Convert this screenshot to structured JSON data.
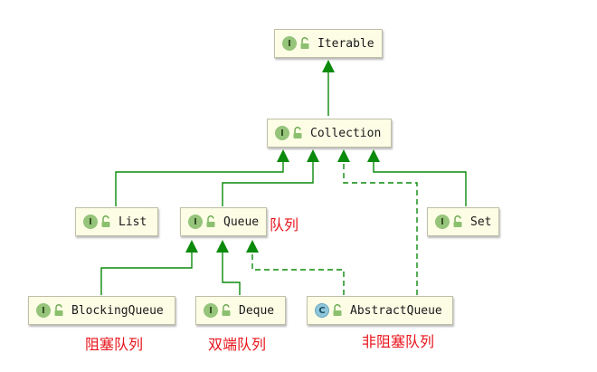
{
  "colors": {
    "arrow": "#0b8a0b",
    "interface_badge": "#95c47a",
    "class_badge": "#8fc6dc",
    "note": "#e8141b",
    "node_background": "#fdfde6"
  },
  "icons": {
    "interface": "interface-icon",
    "class": "class-icon",
    "access": "unlocked-padlock-icon"
  },
  "nodes": {
    "iterable": {
      "name": "Iterable",
      "kind_letter": "I"
    },
    "collection": {
      "name": "Collection",
      "kind_letter": "I"
    },
    "list": {
      "name": "List",
      "kind_letter": "I"
    },
    "queue": {
      "name": "Queue",
      "kind_letter": "I"
    },
    "set": {
      "name": "Set",
      "kind_letter": "I"
    },
    "blocking_queue": {
      "name": "BlockingQueue",
      "kind_letter": "I"
    },
    "deque": {
      "name": "Deque",
      "kind_letter": "I"
    },
    "abstract_queue": {
      "name": "AbstractQueue",
      "kind_letter": "C"
    }
  },
  "relations": [
    {
      "from": "collection",
      "to": "iterable",
      "type": "extends"
    },
    {
      "from": "list",
      "to": "collection",
      "type": "extends"
    },
    {
      "from": "queue",
      "to": "collection",
      "type": "extends"
    },
    {
      "from": "set",
      "to": "collection",
      "type": "extends"
    },
    {
      "from": "abstract_queue",
      "to": "collection",
      "type": "implements"
    },
    {
      "from": "blocking_queue",
      "to": "queue",
      "type": "extends"
    },
    {
      "from": "deque",
      "to": "queue",
      "type": "extends"
    },
    {
      "from": "abstract_queue",
      "to": "queue",
      "type": "implements"
    }
  ],
  "annotations": {
    "queue": "队列",
    "blocking_queue": "阻塞队列",
    "deque": "双端队列",
    "abstract_queue": "非阻塞队列"
  }
}
